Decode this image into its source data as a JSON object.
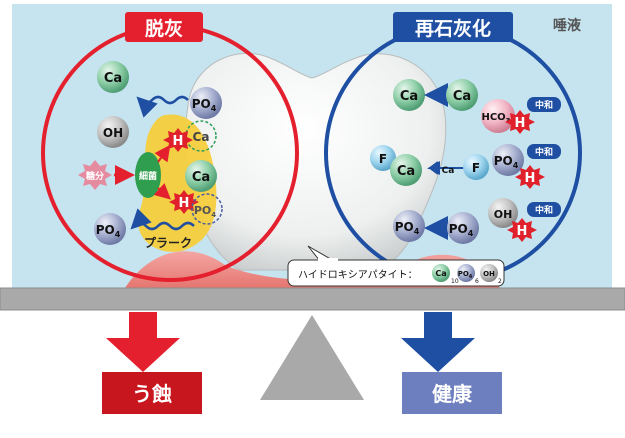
{
  "left_title": "脱灰",
  "right_title": "再石灰化",
  "saliva_label": "唾液",
  "plaque_label": "プラーク",
  "bacteria_label": "細菌",
  "sugar_label": "糖分",
  "neutralize_label": "中和",
  "hydroxyapatite_label": "ハイドロキシアパタイト：",
  "ions": {
    "ca": "Ca",
    "oh": "OH",
    "h": "H",
    "f": "F",
    "po4_main": "PO",
    "po4_sub": "4",
    "hco3": "HCO",
    "hco3_sub": "3"
  },
  "formula_subscripts": {
    "ca": "10",
    "po4": "6",
    "oh": "2"
  },
  "outcomes": {
    "left": "う蝕",
    "right": "健康"
  },
  "colors": {
    "saliva_bg": "#c5e4ef",
    "demineral_red": "#e4202e",
    "remineral_blue": "#1e4fa3",
    "ca_green": "#7cc39a",
    "po4_blue": "#9aa6c8",
    "oh_gray": "#b3b3b3",
    "h_red": "#e0202a",
    "balance_gray": "#a9a9a9",
    "caries_box": "#c8161e",
    "health_box": "#6e7fbf",
    "plaque_yellow": "#f5cd3c"
  }
}
